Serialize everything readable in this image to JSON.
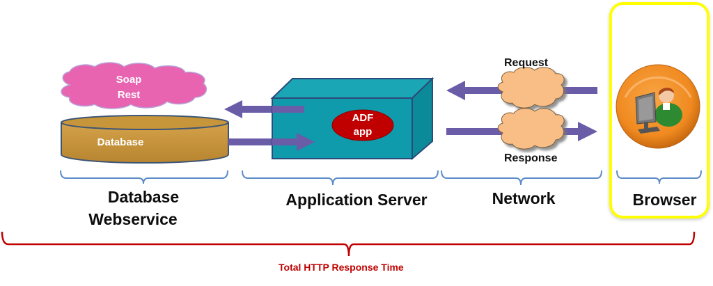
{
  "diagram": {
    "title": "Total HTTP Response Time",
    "colors": {
      "soap_cloud": "#e863b0",
      "database": "#c8963a",
      "app_server": "#0f9bab",
      "adf_app": "#c00000",
      "arrow": "#6b5ca8",
      "network_cloud": "#f9be85",
      "browser_icon": "#f08a20",
      "brace_blue": "#5b8bc8",
      "brace_red": "#c00000",
      "browser_highlight": "#ffff00"
    },
    "components": {
      "webservice": {
        "lines": [
          "Soap",
          "Rest"
        ]
      },
      "database": {
        "label": "Database"
      },
      "app": {
        "lines": [
          "ADF",
          "app"
        ]
      },
      "network": {
        "request": "Request",
        "response": "Response"
      },
      "browser": {
        "icon": "user-at-computer-icon"
      }
    },
    "tiers": [
      {
        "id": "database-webservice",
        "lines": [
          "Database",
          "Webservice"
        ]
      },
      {
        "id": "application-server",
        "lines": [
          "Application Server"
        ]
      },
      {
        "id": "network",
        "lines": [
          "Network"
        ]
      },
      {
        "id": "browser",
        "lines": [
          "Browser"
        ]
      }
    ],
    "total_label": "Total HTTP Response Time"
  }
}
